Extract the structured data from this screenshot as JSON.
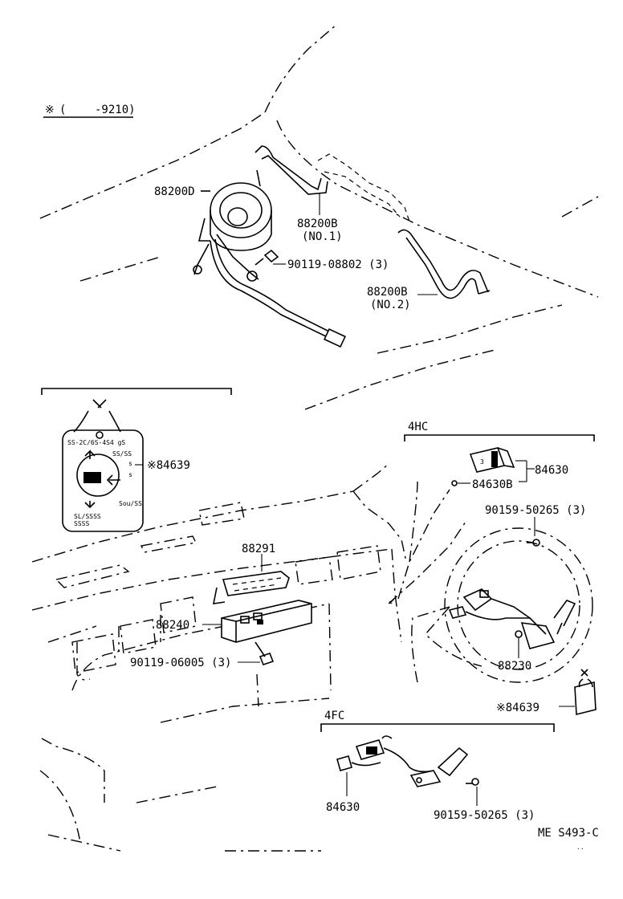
{
  "header_note": {
    "symbol": "※",
    "open": "(",
    "code": "-9210)"
  },
  "labels": {
    "p88200d": "88200D",
    "p88200b_1": "88200B",
    "p88200b_1_sub": "(NO.1)",
    "bolt_08802": "90119-08802 (3)",
    "p88200b_2": "88200B",
    "p88200b_2_sub": "(NO.2)",
    "tag_84639_top": "※84639",
    "section_4hc": "4HC",
    "p84630_top": "84630",
    "p84630b": "84630B",
    "screw_50265_top": "90159-50265 (3)",
    "p88291": "88291",
    "p88240": "88240",
    "bolt_06005": "90119-06005 (3)",
    "p88230": "88230",
    "tag_84639_bottom": "※84639",
    "section_4fc": "4FC",
    "p84630_bottom": "84630",
    "screw_50265_bottom": "90159-50265 (3)",
    "page_code": "ME S493-C"
  },
  "icons": {
    "warning_tag": "caution-label-icon",
    "bolt": "bolt-icon",
    "arrow": "arrow-icon"
  },
  "colors": {
    "ink": "#000000",
    "paper": "#ffffff"
  }
}
